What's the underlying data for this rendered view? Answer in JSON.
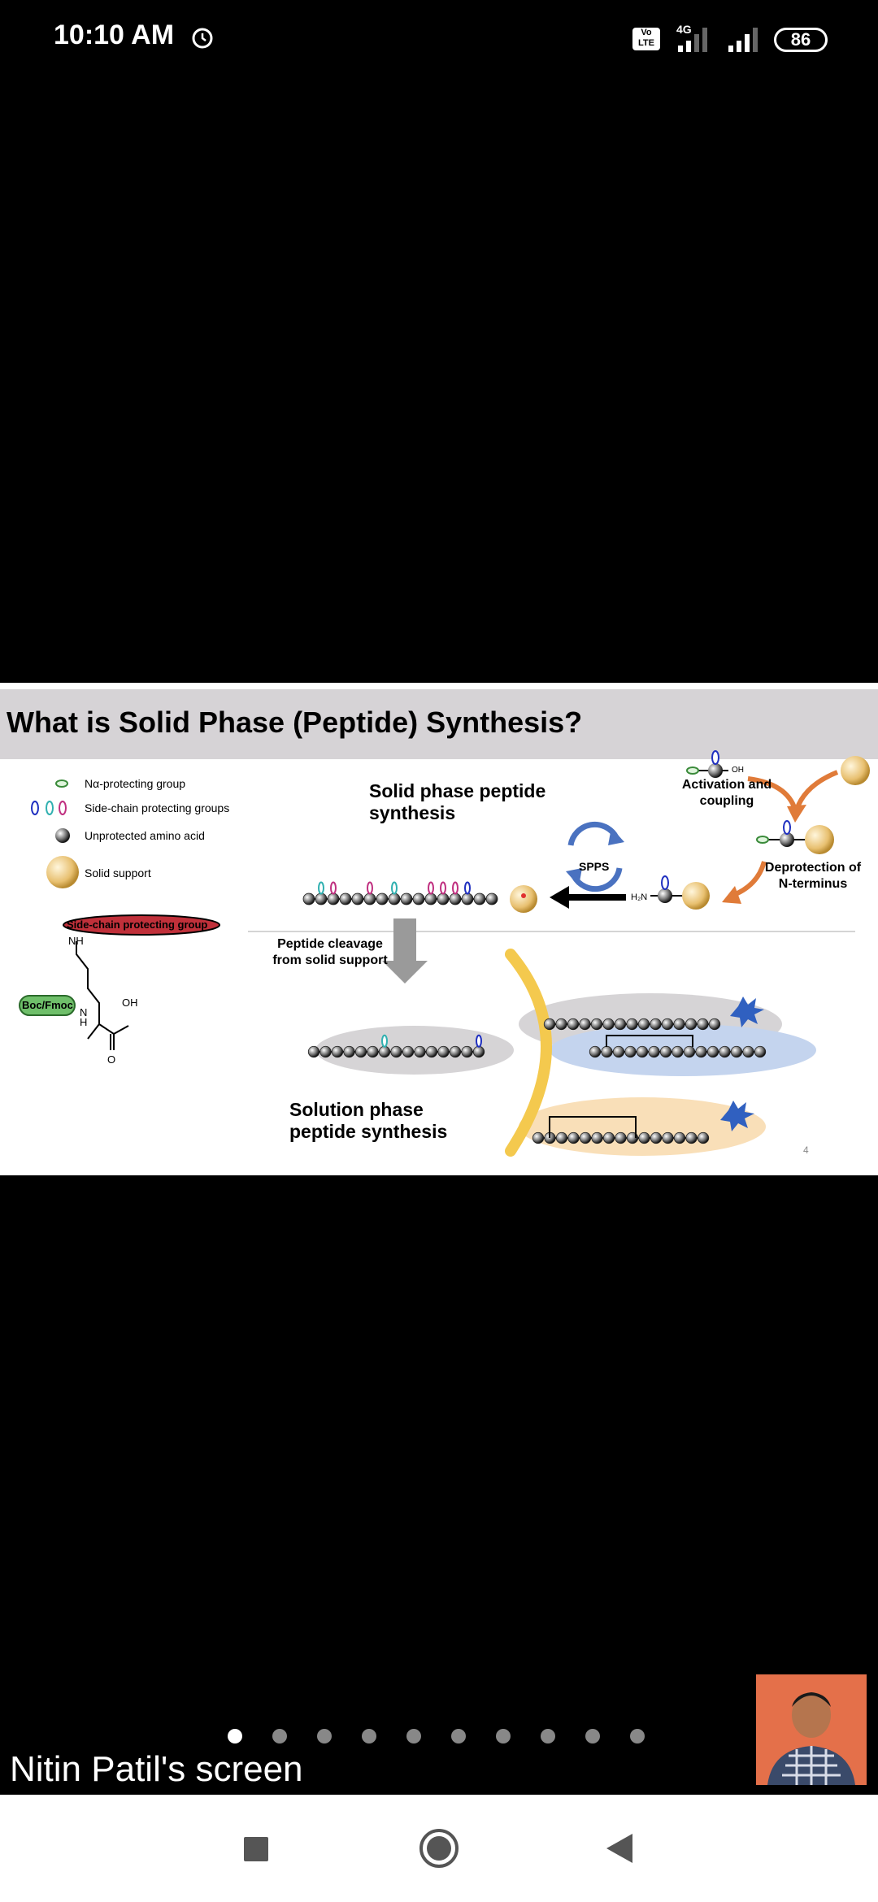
{
  "status_bar": {
    "time": "10:10 AM",
    "volte": "Vo LTE",
    "network": "4G",
    "battery": "86"
  },
  "slide": {
    "title": "What is Solid Phase (Peptide) Synthesis?",
    "legend": {
      "n_alpha": "Nα-protecting group",
      "side_chain": "Side-chain protecting groups",
      "unprotected": "Unprotected amino acid",
      "support": "Solid support"
    },
    "side_chain_group_label": "Side-chain protecting group",
    "boc_fmoc": "Boc/Fmoc",
    "nh": "NH",
    "n_h": "N H",
    "oh": "OH",
    "o": "O",
    "spps_heading": "Solid phase peptide synthesis",
    "activation": "Activation and coupling",
    "deprotection": "Deprotection of N-terminus",
    "spps": "SPPS",
    "h2n": "H₂N",
    "oh_small": "OH",
    "cleavage": "Peptide cleavage from solid support",
    "solution_heading": "Solution phase peptide synthesis",
    "page_number": "4"
  },
  "pager": {
    "count": 10,
    "active_index": 0
  },
  "screen_label": "Nitin Patil's screen",
  "colors": {
    "orange": "#e07b39",
    "gold": "#e8c070",
    "blue_cycle": "#4a72c0",
    "green_tag": "#6fbf6a",
    "red_tag": "#c0303a"
  }
}
